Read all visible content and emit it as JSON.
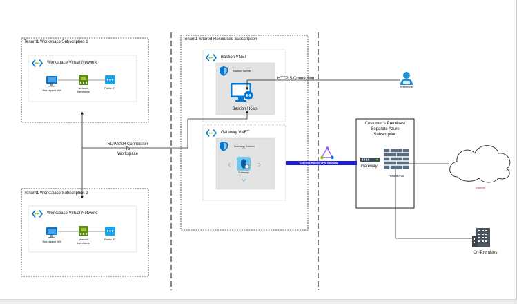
{
  "subscriptions": {
    "sub1_title": "Tenant1 Workspace Subscription 1",
    "sub2_title": "Tenant1 Workspace Subscription 2",
    "shared_title": "Tenant1 Shared Resources Subscription"
  },
  "vnets": {
    "workspace_vnet": "Workspace Virtual Network",
    "bastion_vnet": "Bastion VNET",
    "gateway_vnet": "Gateway VNET"
  },
  "subnets": {
    "bastion_subnet": "Bastion Subnet",
    "gateway_subnet": "Gateway Subnet"
  },
  "resources": {
    "workspace_vm": "Workspace VM",
    "network_interfaces_line1": "Network",
    "network_interfaces_line2": "Interfaces",
    "public_ip": "Public IP",
    "bastion_hosts": "Bastion Hosts",
    "gateway_small": "Gateway",
    "researcher": "Researcher"
  },
  "connections": {
    "https": "HTTP/S Connection",
    "rdp_line1": "RDP/SSH Connection",
    "rdp_line2": "To",
    "rdp_line3": "Workspace",
    "express_route": "Express Route/ VPN Gateway"
  },
  "premises": {
    "title_line1": "Customer's Premises/",
    "title_line2": "Separate Azure",
    "title_line3": "Subscription",
    "gateway": "Gateway",
    "firewall": "Firewall NVA",
    "internet": "Internet",
    "on_premises": "On-Premises"
  },
  "colors": {
    "azure_blue": "#0078d4",
    "express_bar": "#1f1fd6",
    "nic_green": "#5e8a1f",
    "internet_red": "#c0392b",
    "firewall_gray": "#5a6e7f"
  }
}
